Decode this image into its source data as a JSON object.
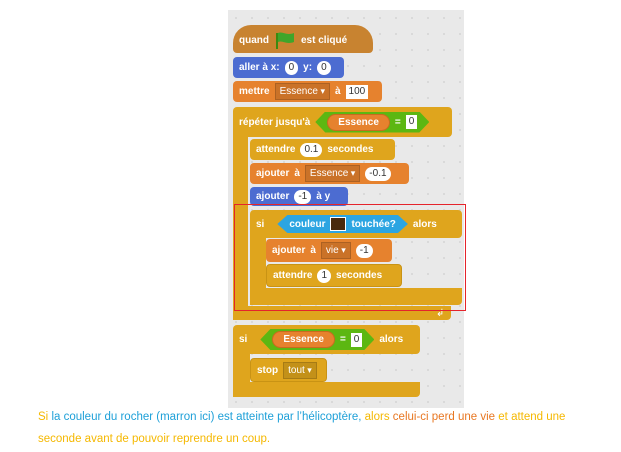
{
  "script": {
    "hat": {
      "before": "quand",
      "after": "est cliqué",
      "icon": "green-flag-icon"
    },
    "goto": {
      "label": "aller à x:",
      "x": "0",
      "ylabel": "y:",
      "y": "0"
    },
    "set": {
      "label": "mettre",
      "var": "Essence",
      "to": "à",
      "value": "100"
    },
    "repeat": {
      "label": "répéter jusqu'à",
      "var": "Essence",
      "op": "=",
      "value": "0"
    },
    "wait1": {
      "label": "attendre",
      "value": "0.1",
      "unit": "secondes"
    },
    "change1": {
      "label": "ajouter",
      "to": "à",
      "var": "Essence",
      "value": "-0.1"
    },
    "change2": {
      "label": "ajouter",
      "value": "-1",
      "to": "à y"
    },
    "if1": {
      "label": "si",
      "cond_before": "couleur",
      "cond_after": "touchée?",
      "then": "alors",
      "color": "#4a2a0c"
    },
    "change3": {
      "label": "ajouter",
      "to": "à",
      "var": "vie",
      "value": "-1"
    },
    "wait2": {
      "label": "attendre",
      "value": "1",
      "unit": "secondes"
    },
    "if2": {
      "label": "si",
      "var": "Essence",
      "op": "=",
      "value": "0",
      "then": "alors"
    },
    "stop": {
      "label": "stop",
      "option": "tout"
    }
  },
  "caption": {
    "p1": "Si",
    "p2": "la couleur du rocher (marron ici) est atteinte par l’hélicoptère,",
    "p3": "alors",
    "p4": "celui-ci perd une vie",
    "p5": "et attend une seconde  avant de pouvoir reprendre un coup."
  },
  "colors": {
    "highlight": "#e5242b"
  }
}
